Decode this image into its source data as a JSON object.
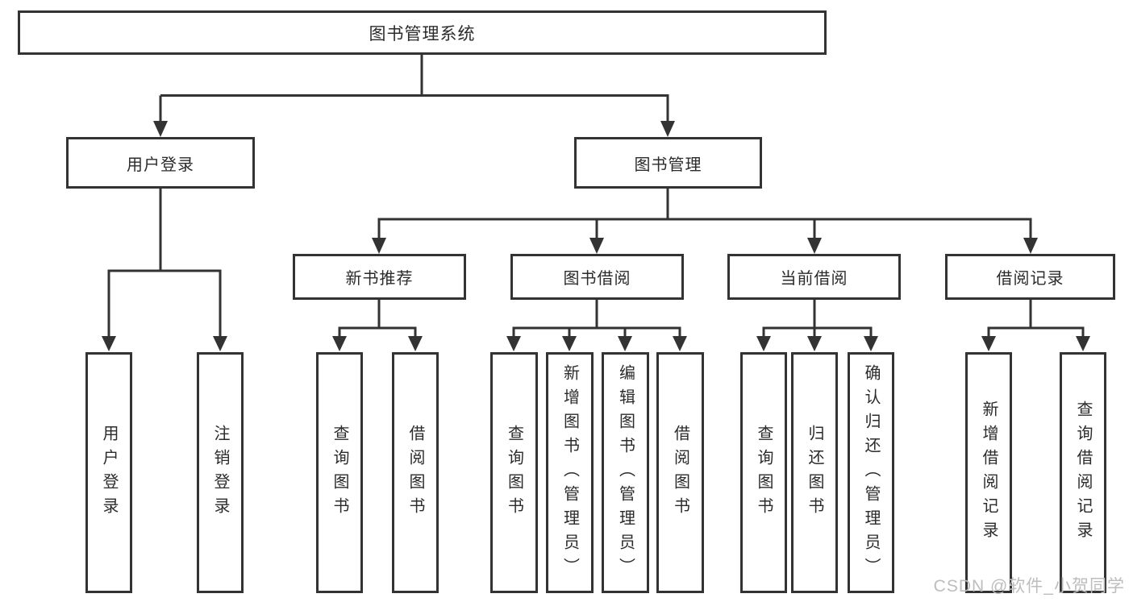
{
  "colors": {
    "line": "#333333",
    "text": "#2b2b2b",
    "background": "#ffffff",
    "watermark": "#bdbdbd"
  },
  "watermark": "CSDN @软件_小贺同学",
  "tree": {
    "label": "图书管理系统",
    "children": [
      {
        "label": "用户登录",
        "children": [
          {
            "label": "用户登录"
          },
          {
            "label": "注销登录"
          }
        ]
      },
      {
        "label": "图书管理",
        "children": [
          {
            "label": "新书推荐",
            "children": [
              {
                "label": "查询图书"
              },
              {
                "label": "借阅图书"
              }
            ]
          },
          {
            "label": "图书借阅",
            "children": [
              {
                "label": "查询图书"
              },
              {
                "label": "新增图书（管理员）"
              },
              {
                "label": "编辑图书（管理员）"
              },
              {
                "label": "借阅图书"
              }
            ]
          },
          {
            "label": "当前借阅",
            "children": [
              {
                "label": "查询图书"
              },
              {
                "label": "归还图书"
              },
              {
                "label": "确认归还（管理员）"
              }
            ]
          },
          {
            "label": "借阅记录",
            "children": [
              {
                "label": "新增借阅记录"
              },
              {
                "label": "查询借阅记录"
              }
            ]
          }
        ]
      }
    ]
  }
}
